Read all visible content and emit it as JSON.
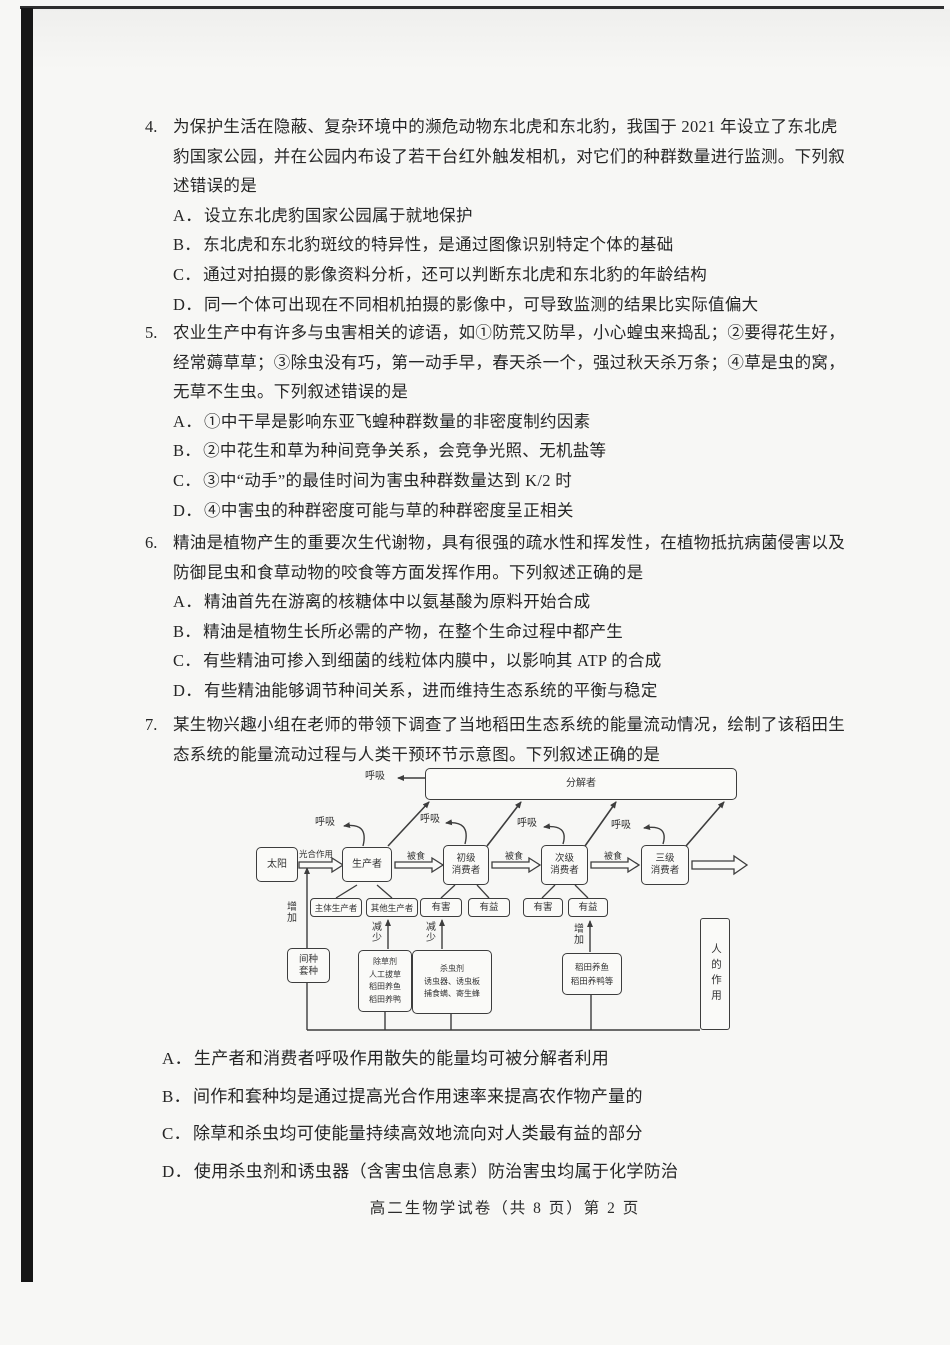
{
  "page": {
    "footer": "高二生物学试卷（共 8 页）第 2 页"
  },
  "questions": [
    {
      "number": "4.",
      "stem_lines": [
        "为保护生活在隐蔽、复杂环境中的濒危动物东北虎和东北豹，我国于 2021 年设立了东北虎",
        "豹国家公园，并在公园内布设了若干台红外触发相机，对它们的种群数量进行监测。下列叙",
        "述错误的是"
      ],
      "options": [
        {
          "label": "A．",
          "text": "设立东北虎豹国家公园属于就地保护"
        },
        {
          "label": "B．",
          "text": "东北虎和东北豹斑纹的特异性，是通过图像识别特定个体的基础"
        },
        {
          "label": "C．",
          "text": "通过对拍摄的影像资料分析，还可以判断东北虎和东北豹的年龄结构"
        },
        {
          "label": "D．",
          "text": "同一个体可出现在不同相机拍摄的影像中，可导致监测的结果比实际值偏大"
        }
      ]
    },
    {
      "number": "5.",
      "stem_lines": [
        "农业生产中有许多与虫害相关的谚语，如①防荒又防旱，小心蝗虫来捣乱；②要得花生好，",
        "经常薅草草；③除虫没有巧，第一动手早，春天杀一个，强过秋天杀万条；④草是虫的窝，",
        "无草不生虫。下列叙述错误的是"
      ],
      "options": [
        {
          "label": "A．",
          "text": "①中干旱是影响东亚飞蝗种群数量的非密度制约因素"
        },
        {
          "label": "B．",
          "text": "②中花生和草为种间竞争关系，会竞争光照、无机盐等"
        },
        {
          "label": "C．",
          "text": "③中“动手”的最佳时间为害虫种群数量达到 K/2 时"
        },
        {
          "label": "D．",
          "text": "④中害虫的种群密度可能与草的种群密度呈正相关"
        }
      ]
    },
    {
      "number": "6.",
      "stem_lines": [
        "精油是植物产生的重要次生代谢物，具有很强的疏水性和挥发性，在植物抵抗病菌侵害以及",
        "防御昆虫和食草动物的咬食等方面发挥作用。下列叙述正确的是"
      ],
      "options": [
        {
          "label": "A．",
          "text": "精油首先在游离的核糖体中以氨基酸为原料开始合成"
        },
        {
          "label": "B．",
          "text": "精油是植物生长所必需的产物，在整个生命过程中都产生"
        },
        {
          "label": "C．",
          "text": "有些精油可掺入到细菌的线粒体内膜中，以影响其 ATP 的合成"
        },
        {
          "label": "D．",
          "text": "有些精油能够调节种间关系，进而维持生态系统的平衡与稳定"
        }
      ]
    },
    {
      "number": "7.",
      "stem_lines": [
        "某生物兴趣小组在老师的带领下调查了当地稻田生态系统的能量流动情况，绘制了该稻田生",
        "态系统的能量流动过程与人类干预环节示意图。下列叙述正确的是"
      ],
      "options": [
        {
          "label": "A．",
          "text": "生产者和消费者呼吸作用散失的能量均可被分解者利用"
        },
        {
          "label": "B．",
          "text": "间作和套种均是通过提高光合作用速率来提高农作物产量的"
        },
        {
          "label": "C．",
          "text": "除草和杀虫均可使能量持续高效地流向对人类最有益的部分"
        },
        {
          "label": "D．",
          "text": "使用杀虫剂和诱虫器（含害虫信息素）防治害虫均属于化学防治"
        }
      ]
    }
  ],
  "diagram": {
    "decomposer": "分解者",
    "respiration": "呼吸",
    "sun": "太阳",
    "photosynthesis": "光合作用",
    "producer": "生产者",
    "eaten": "被食",
    "primary_consumer": [
      "初级",
      "消费者"
    ],
    "secondary_consumer": [
      "次级",
      "消费者"
    ],
    "tertiary_consumer": [
      "三级",
      "消费者"
    ],
    "main_producer": "主体生产者",
    "other_producer": "其他生产者",
    "harmful": "有害",
    "beneficial": "有益",
    "increase": "增加",
    "decrease": "减少",
    "interplanting": [
      "间种",
      "套种"
    ],
    "weed_control": [
      "除草剂",
      "人工拔草",
      "稻田养鱼",
      "稻田养鸭"
    ],
    "pest_control": [
      "杀虫剂",
      "诱虫器、诱虫板",
      "捕食螨、寄生蜂"
    ],
    "fish_duck": [
      "稻田养鱼",
      "稻田养鸭等"
    ],
    "human_role": "人的作用"
  }
}
